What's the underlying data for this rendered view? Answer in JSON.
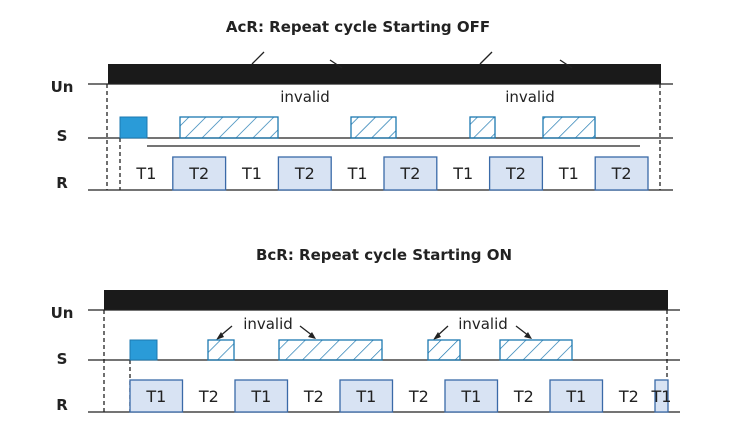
{
  "colors": {
    "bar": "#1a1a1a",
    "pulse": "#2a9bd8",
    "pulse_stroke": "#1c78b0",
    "hatch": "#1c78b0",
    "seg_fill": "#d8e3f3",
    "seg_stroke": "#3a6aa8",
    "line": "#222222"
  },
  "diagrams": [
    {
      "title": "AcR:  Repeat cycle Starting OFF",
      "labels": {
        "un": "Un",
        "s": "S",
        "r": "R"
      },
      "invalid_notes": [
        "invalid",
        "invalid"
      ],
      "segments": [
        {
          "label": "T1",
          "state": "off"
        },
        {
          "label": "T2",
          "state": "on"
        },
        {
          "label": "T1",
          "state": "off"
        },
        {
          "label": "T2",
          "state": "on"
        },
        {
          "label": "T1",
          "state": "off"
        },
        {
          "label": "T2",
          "state": "on"
        },
        {
          "label": "T1",
          "state": "off"
        },
        {
          "label": "T2",
          "state": "on"
        },
        {
          "label": "T1",
          "state": "off"
        },
        {
          "label": "T2",
          "state": "on"
        }
      ]
    },
    {
      "title": "BcR:  Repeat cycle Starting ON",
      "labels": {
        "un": "Un",
        "s": "S",
        "r": "R"
      },
      "invalid_notes": [
        "invalid",
        "invalid"
      ],
      "segments": [
        {
          "label": "T1",
          "state": "on"
        },
        {
          "label": "T2",
          "state": "off"
        },
        {
          "label": "T1",
          "state": "on"
        },
        {
          "label": "T2",
          "state": "off"
        },
        {
          "label": "T1",
          "state": "on"
        },
        {
          "label": "T2",
          "state": "off"
        },
        {
          "label": "T1",
          "state": "on"
        },
        {
          "label": "T2",
          "state": "off"
        },
        {
          "label": "T1",
          "state": "on"
        },
        {
          "label": "T2",
          "state": "off"
        },
        {
          "label": "T1",
          "state": "on"
        }
      ]
    }
  ]
}
